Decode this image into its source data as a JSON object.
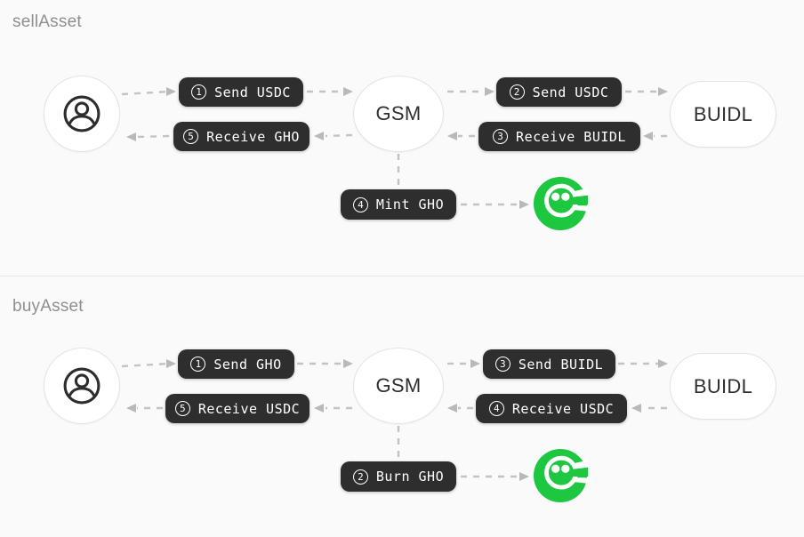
{
  "colors": {
    "background": "#fafafa",
    "divider": "#e7e7e7",
    "section_label": "#8f8f8f",
    "pill_bg": "#2e2e2e",
    "pill_text": "#ffffff",
    "node_bg": "#ffffff",
    "node_border": "#e3e3e3",
    "node_text": "#2f2f2f",
    "arrow_gray": "#bfbfbf",
    "gho_green": "#1ec740"
  },
  "sections": [
    {
      "title": "sellAsset",
      "nodes": {
        "gsm": "GSM",
        "buidl": "BUIDL"
      },
      "steps": {
        "user_send": {
          "num": "1",
          "label": "Send USDC"
        },
        "gsm_send": {
          "num": "2",
          "label": "Send USDC"
        },
        "gsm_receive": {
          "num": "3",
          "label": "Receive BUIDL"
        },
        "gho_action": {
          "num": "4",
          "label": "Mint GHO"
        },
        "user_receive": {
          "num": "5",
          "label": "Receive GHO"
        }
      }
    },
    {
      "title": "buyAsset",
      "nodes": {
        "gsm": "GSM",
        "buidl": "BUIDL"
      },
      "steps": {
        "user_send": {
          "num": "1",
          "label": "Send GHO"
        },
        "gho_action": {
          "num": "2",
          "label": "Burn GHO"
        },
        "gsm_send": {
          "num": "3",
          "label": "Send BUIDL"
        },
        "gsm_receive": {
          "num": "4",
          "label": "Receive USDC"
        },
        "user_receive": {
          "num": "5",
          "label": "Receive USDC"
        }
      }
    }
  ]
}
